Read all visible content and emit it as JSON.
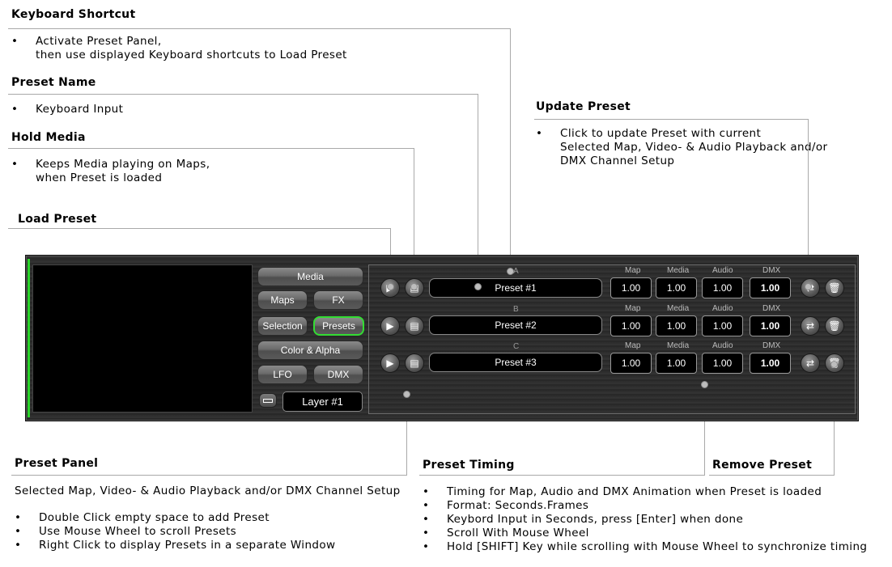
{
  "annotations": {
    "keyboard_shortcut": {
      "title": "Keyboard Shortcut",
      "items": [
        {
          "lines": [
            "Activate Preset Panel,",
            "then use displayed Keyboard shortcuts to Load Preset"
          ]
        }
      ]
    },
    "preset_name": {
      "title": "Preset Name",
      "items": [
        {
          "lines": [
            "Keyboard Input"
          ]
        }
      ]
    },
    "hold_media": {
      "title": "Hold Media",
      "items": [
        {
          "lines": [
            "Keeps  Media playing on Maps,",
            "when Preset is loaded"
          ]
        }
      ]
    },
    "load_preset": {
      "title": "Load Preset"
    },
    "update_preset": {
      "title": "Update Preset",
      "items": [
        {
          "lines": [
            "Click to update Preset with current",
            "Selected Map, Video- & Audio Playback and/or",
            "DMX Channel Setup"
          ]
        }
      ]
    },
    "preset_panel": {
      "title": "Preset Panel",
      "subtitle": "Selected Map, Video- & Audio Playback and/or DMX Channel Setup",
      "items": [
        {
          "lines": [
            "Double Click empty space to add Preset"
          ]
        },
        {
          "lines": [
            "Use Mouse Wheel to scroll Presets"
          ]
        },
        {
          "lines": [
            "Right Click to display Presets in a separate Window"
          ]
        }
      ]
    },
    "preset_timing": {
      "title": "Preset Timing",
      "items": [
        {
          "lines": [
            "Timing for Map, Audio and DMX Animation when Preset is loaded"
          ]
        },
        {
          "lines": [
            "Format: Seconds.Frames"
          ]
        },
        {
          "lines": [
            "Keybord Input in Seconds, press [Enter] when done"
          ]
        },
        {
          "lines": [
            "Scroll With Mouse Wheel"
          ]
        },
        {
          "lines": [
            "Hold [SHIFT] Key while scrolling with Mouse Wheel to synchronize timing"
          ]
        }
      ]
    },
    "remove_preset": {
      "title": "Remove Preset"
    },
    "bullet": "•"
  },
  "panel": {
    "nav": {
      "media": "Media",
      "maps": "Maps",
      "fx": "FX",
      "selection": "Selection",
      "presets": "Presets",
      "color_alpha": "Color & Alpha",
      "lfo": "LFO",
      "dmx": "DMX"
    },
    "layer": "Layer #1",
    "columns": {
      "map": "Map",
      "media": "Media",
      "audio": "Audio",
      "dmx": "DMX"
    },
    "presets": [
      {
        "key": "A",
        "name": "Preset #1",
        "map": "1.00",
        "media": "1.00",
        "audio": "1.00",
        "dmx": "1.00"
      },
      {
        "key": "B",
        "name": "Preset #2",
        "map": "1.00",
        "media": "1.00",
        "audio": "1.00",
        "dmx": "1.00"
      },
      {
        "key": "C",
        "name": "Preset #3",
        "map": "1.00",
        "media": "1.00",
        "audio": "1.00",
        "dmx": "1.00"
      }
    ],
    "accent_color": "#33dd33"
  },
  "icons": [
    "play-icon",
    "film-icon",
    "update-icon",
    "trash-icon",
    "layer-icon"
  ]
}
